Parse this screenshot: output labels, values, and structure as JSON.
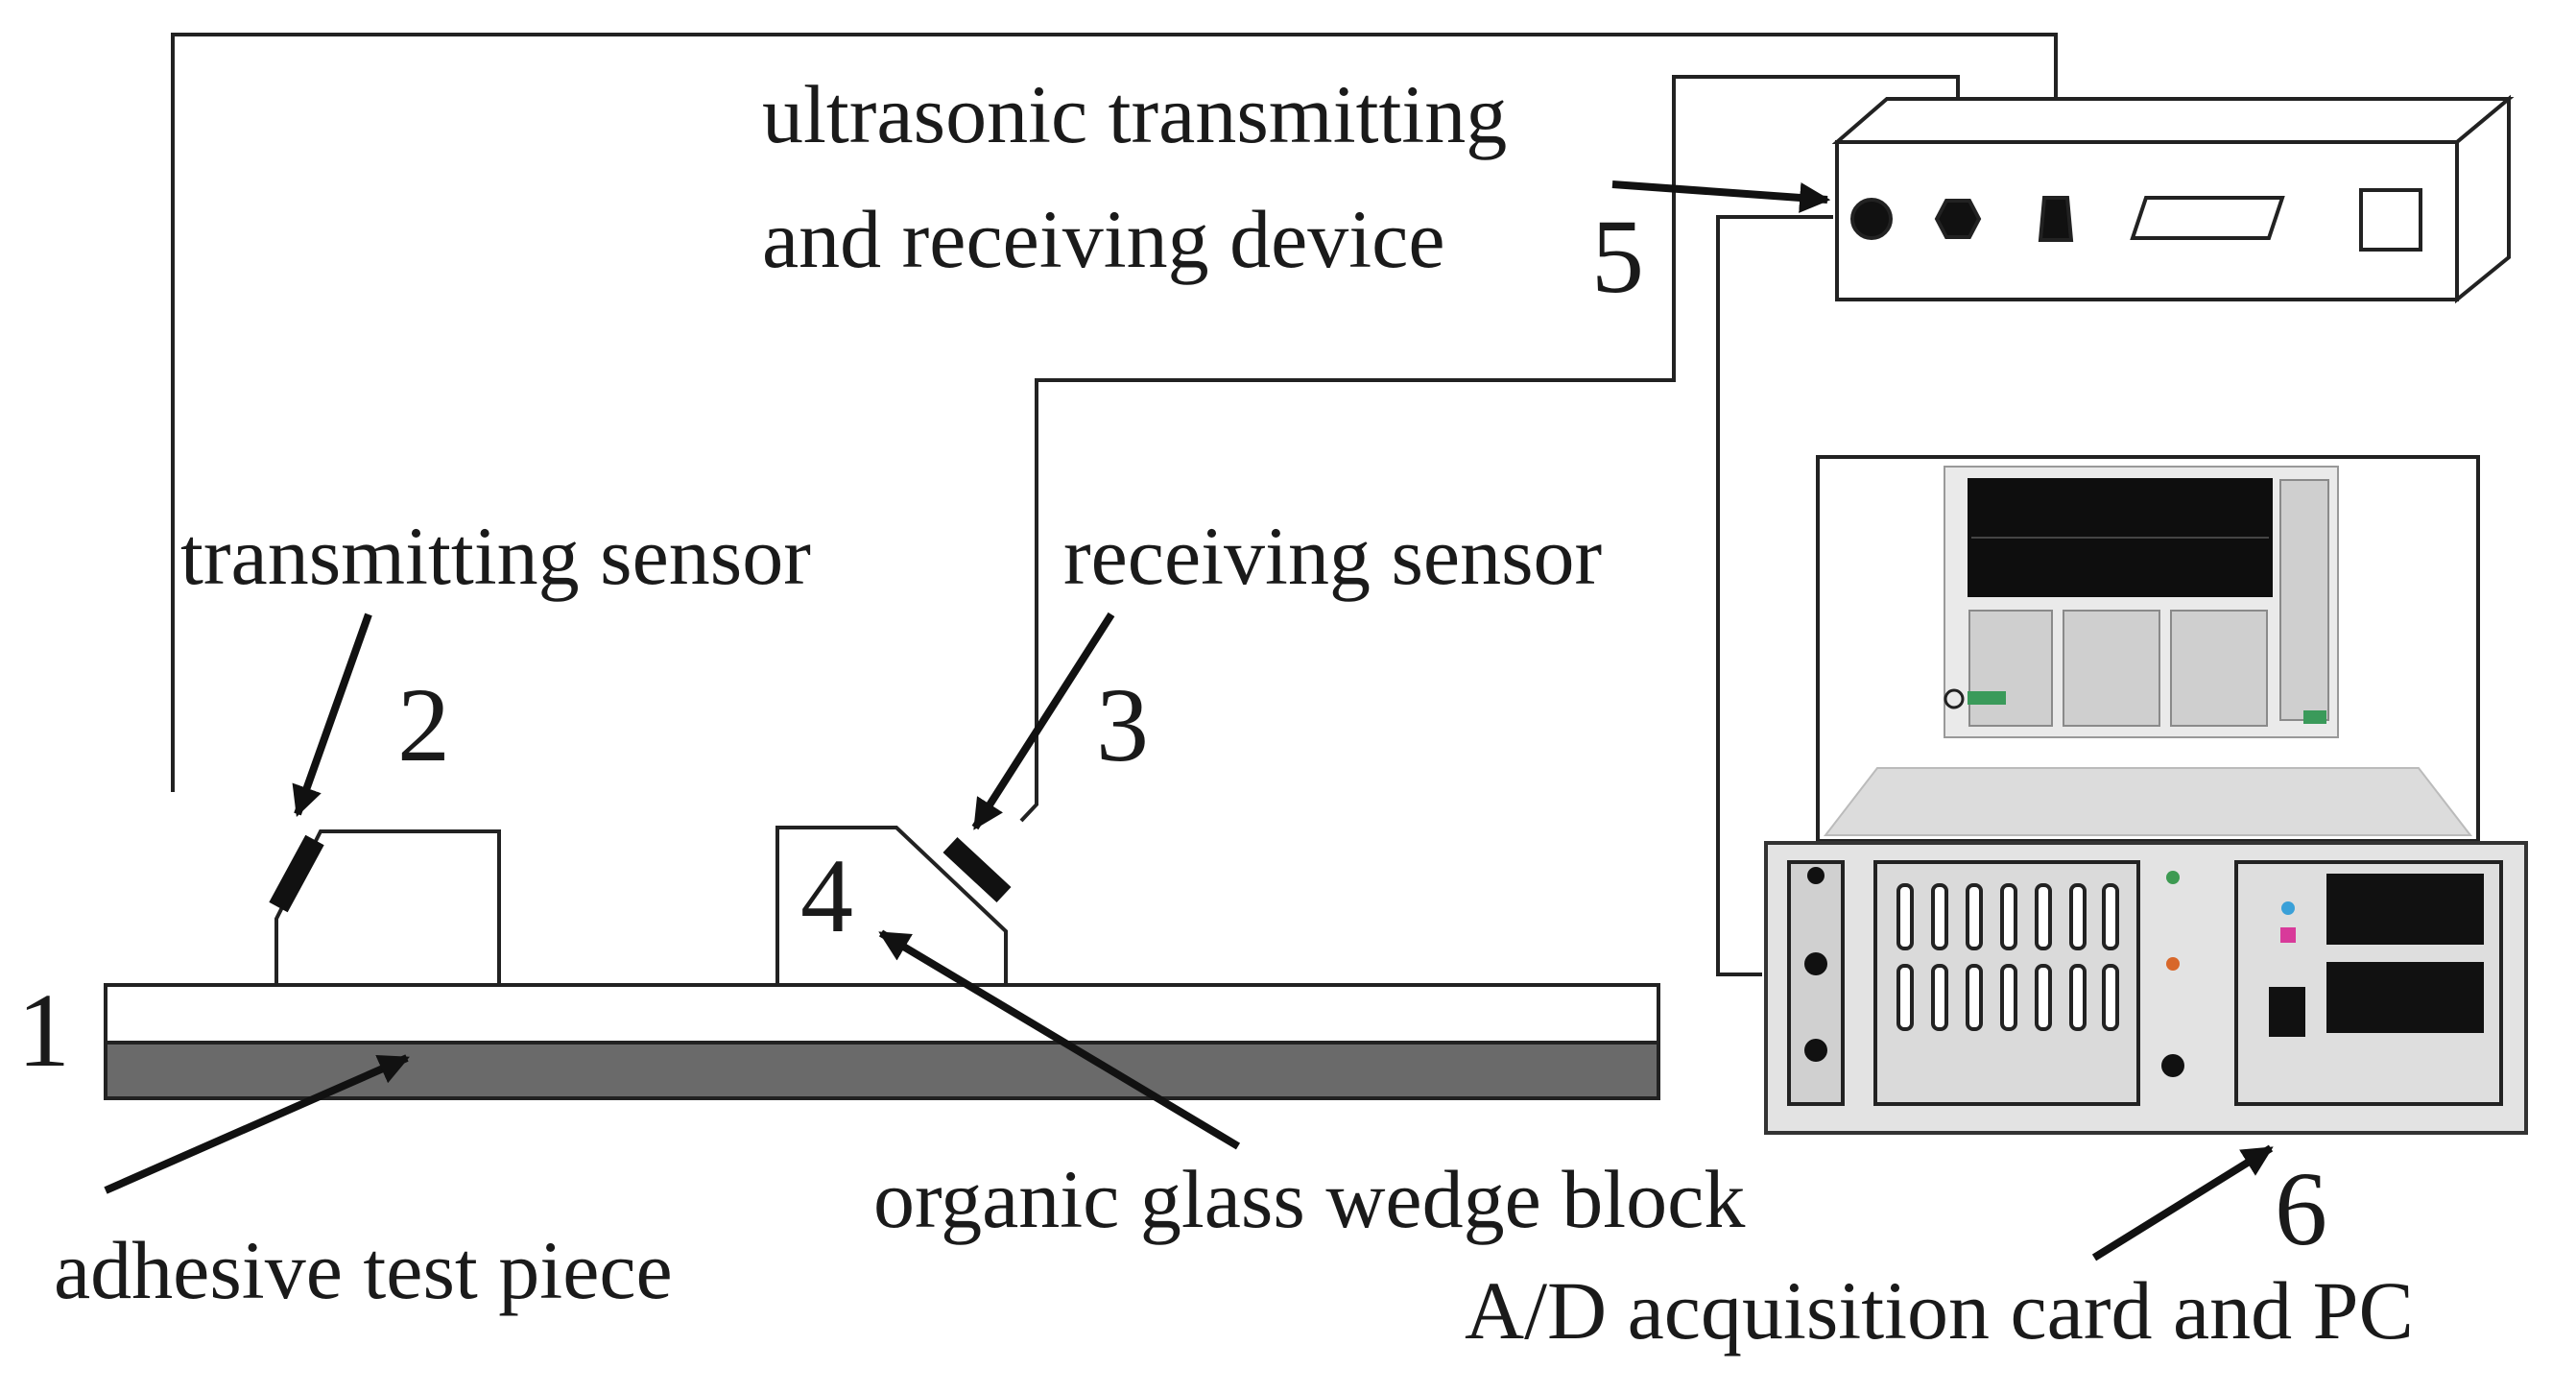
{
  "labels": {
    "device": [
      "ultrasonic transmitting",
      "and receiving device"
    ],
    "transmitting_sensor": "transmitting sensor",
    "receiving_sensor": "receiving sensor",
    "wedge_block": "organic glass wedge block",
    "test_piece": "adhesive test piece",
    "acquisition": "A/D acquisition card and PC"
  },
  "numbers": {
    "test_piece": "1",
    "transmitting_sensor": "2",
    "receiving_sensor": "3",
    "wedge_block": "4",
    "device": "5",
    "acquisition": "6"
  }
}
